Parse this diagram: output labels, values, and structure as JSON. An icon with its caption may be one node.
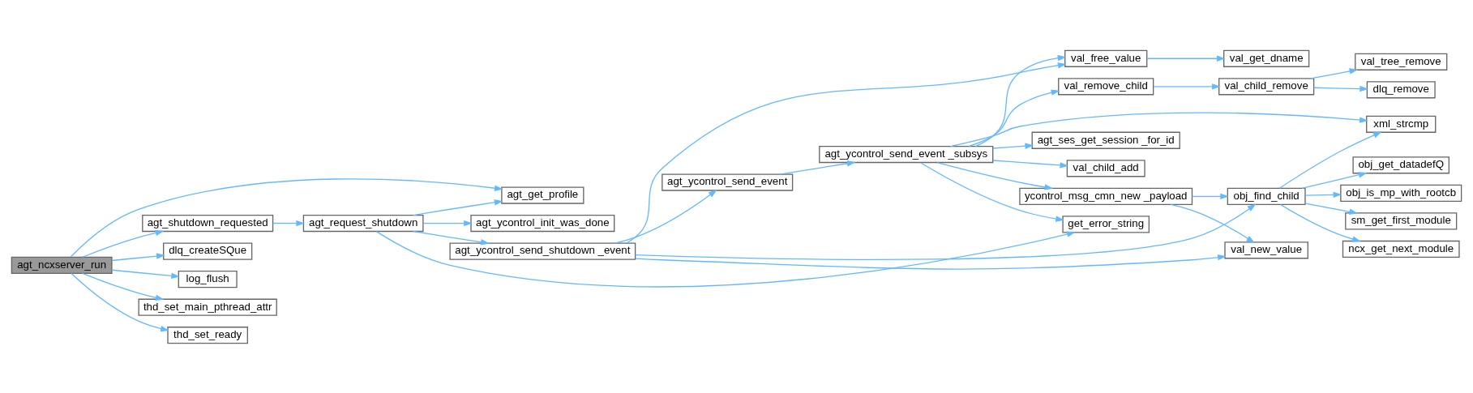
{
  "diagram": {
    "nodes": [
      {
        "text": [
          "agt_ncxserver_run"
        ]
      },
      {
        "text": [
          "agt_get_profile"
        ]
      },
      {
        "text": [
          "agt_shutdown_requested"
        ]
      },
      {
        "text": [
          "dlq_createSQue"
        ]
      },
      {
        "text": [
          "log_flush"
        ]
      },
      {
        "text": [
          "thd_set_main_pthread_attr"
        ]
      },
      {
        "text": [
          "thd_set_ready"
        ]
      },
      {
        "text": [
          "agt_request_shutdown"
        ]
      },
      {
        "text": [
          "agt_ycontrol_init_was_done"
        ]
      },
      {
        "text": [
          "agt_ycontrol_send_shutdown _event"
        ]
      },
      {
        "text": [
          "get_error_string"
        ]
      },
      {
        "text": [
          "agt_ycontrol_send_event"
        ]
      },
      {
        "text": [
          "agt_ycontrol_send_event _subsys"
        ]
      },
      {
        "text": [
          "val_free_value"
        ]
      },
      {
        "text": [
          "val_get_dname"
        ]
      },
      {
        "text": [
          "val_remove_child"
        ]
      },
      {
        "text": [
          "val_child_remove"
        ]
      },
      {
        "text": [
          "val_tree_remove"
        ]
      },
      {
        "text": [
          "dlq_remove"
        ]
      },
      {
        "text": [
          "xml_strcmp"
        ]
      },
      {
        "text": [
          "agt_ses_get_session _for_id"
        ]
      },
      {
        "text": [
          "val_child_add"
        ]
      },
      {
        "text": [
          "ycontrol_msg_cmn_new _payload"
        ]
      },
      {
        "text": [
          "obj_find_child"
        ]
      },
      {
        "text": [
          "obj_get_datadefQ"
        ]
      },
      {
        "text": [
          "obj_is_mp_with_rootcb"
        ]
      },
      {
        "text": [
          "sm_get_first_module"
        ]
      },
      {
        "text": [
          "ncx_get_next_module"
        ]
      },
      {
        "text": [
          "val_new_value"
        ]
      }
    ],
    "edges": [
      {
        "from": 0,
        "to": 1,
        "arrow": "to"
      },
      {
        "from": 0,
        "to": 2,
        "arrow": "to"
      },
      {
        "from": 0,
        "to": 3,
        "arrow": "to"
      },
      {
        "from": 0,
        "to": 4,
        "arrow": "to"
      },
      {
        "from": 0,
        "to": 5,
        "arrow": "to"
      },
      {
        "from": 0,
        "to": 6,
        "arrow": "to"
      },
      {
        "from": 2,
        "to": 7,
        "arrow": "to"
      },
      {
        "from": 7,
        "to": 1,
        "arrow": "to"
      },
      {
        "from": 7,
        "to": 10,
        "arrow": "to"
      },
      {
        "from": 7,
        "to": 8,
        "arrow": "to"
      },
      {
        "from": 7,
        "to": 9,
        "arrow": "to"
      },
      {
        "from": 9,
        "to": 13,
        "arrow": "to"
      },
      {
        "from": 9,
        "to": 11,
        "arrow": "to"
      },
      {
        "from": 9,
        "to": 23,
        "arrow": "to"
      },
      {
        "from": 9,
        "to": 28,
        "arrow": "to"
      },
      {
        "from": 11,
        "to": 12,
        "arrow": "to"
      },
      {
        "from": 12,
        "to": 10,
        "arrow": "to"
      },
      {
        "from": 12,
        "to": 13,
        "arrow": "to"
      },
      {
        "from": 12,
        "to": 15,
        "arrow": "to"
      },
      {
        "from": 12,
        "to": 19,
        "arrow": "to"
      },
      {
        "from": 12,
        "to": 20,
        "arrow": "to"
      },
      {
        "from": 12,
        "to": 21,
        "arrow": "to"
      },
      {
        "from": 12,
        "to": 22,
        "arrow": "to"
      },
      {
        "from": 13,
        "to": 14,
        "arrow": "to"
      },
      {
        "from": 15,
        "to": 16,
        "arrow": "to"
      },
      {
        "from": 16,
        "to": 17,
        "arrow": "to"
      },
      {
        "from": 16,
        "to": 18,
        "arrow": "to"
      },
      {
        "from": 22,
        "to": 23,
        "arrow": "to"
      },
      {
        "from": 22,
        "to": 28,
        "arrow": "to"
      },
      {
        "from": 23,
        "to": 19,
        "arrow": "to"
      },
      {
        "from": 23,
        "to": 24,
        "arrow": "to"
      },
      {
        "from": 23,
        "to": 25,
        "arrow": "to"
      },
      {
        "from": 23,
        "to": 26,
        "arrow": "to"
      },
      {
        "from": 23,
        "to": 27,
        "arrow": "to"
      }
    ]
  }
}
